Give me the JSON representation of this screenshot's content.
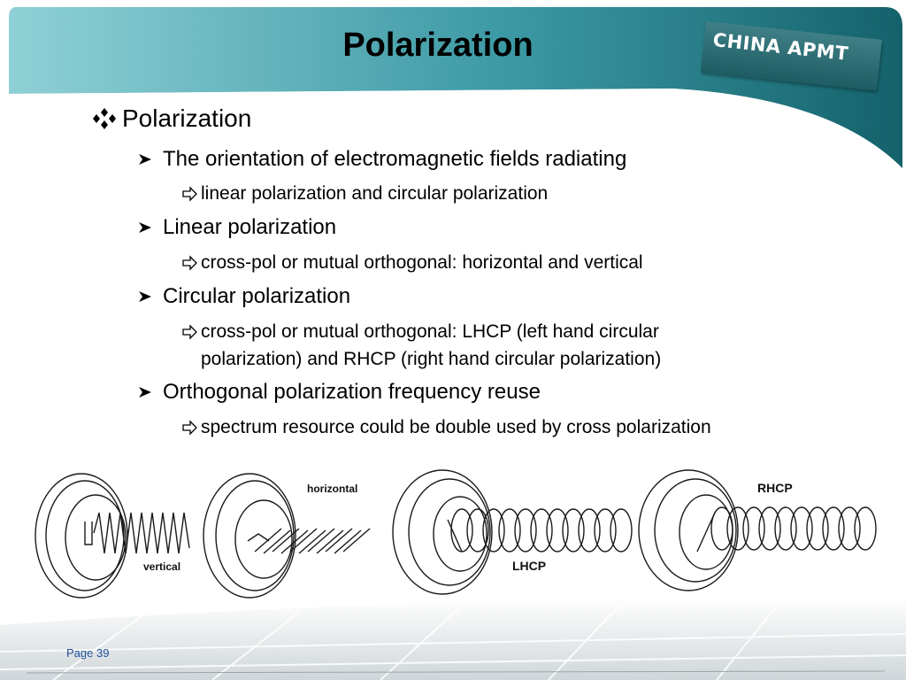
{
  "slide": {
    "title": "Polarization",
    "brand": "CHINA APMT",
    "page_label": "Page 39"
  },
  "bullets": {
    "b1": "Polarization",
    "b1_1": "The orientation of electromagnetic fields radiating",
    "b1_1_1": "linear polarization and circular polarization",
    "b1_2": "Linear polarization",
    "b1_2_1": "cross-pol or mutual orthogonal: horizontal and vertical",
    "b1_3": "Circular polarization",
    "b1_3_1_line1": "cross-pol or mutual orthogonal: LHCP (left hand circular",
    "b1_3_1_line2": "polarization) and RHCP (right hand circular polarization)",
    "b1_4": "Orthogonal polarization frequency reuse",
    "b1_4_1": "spectrum resource could be double used by cross polarization"
  },
  "figure": {
    "label_vertical": "vertical",
    "label_horizontal": "horizontal",
    "label_lhcp": "LHCP",
    "label_rhcp": "RHCP"
  },
  "colors": {
    "teal_dark": "#1f6a73",
    "teal_light": "#5fb3bc",
    "page_label": "#1f4f9a"
  }
}
